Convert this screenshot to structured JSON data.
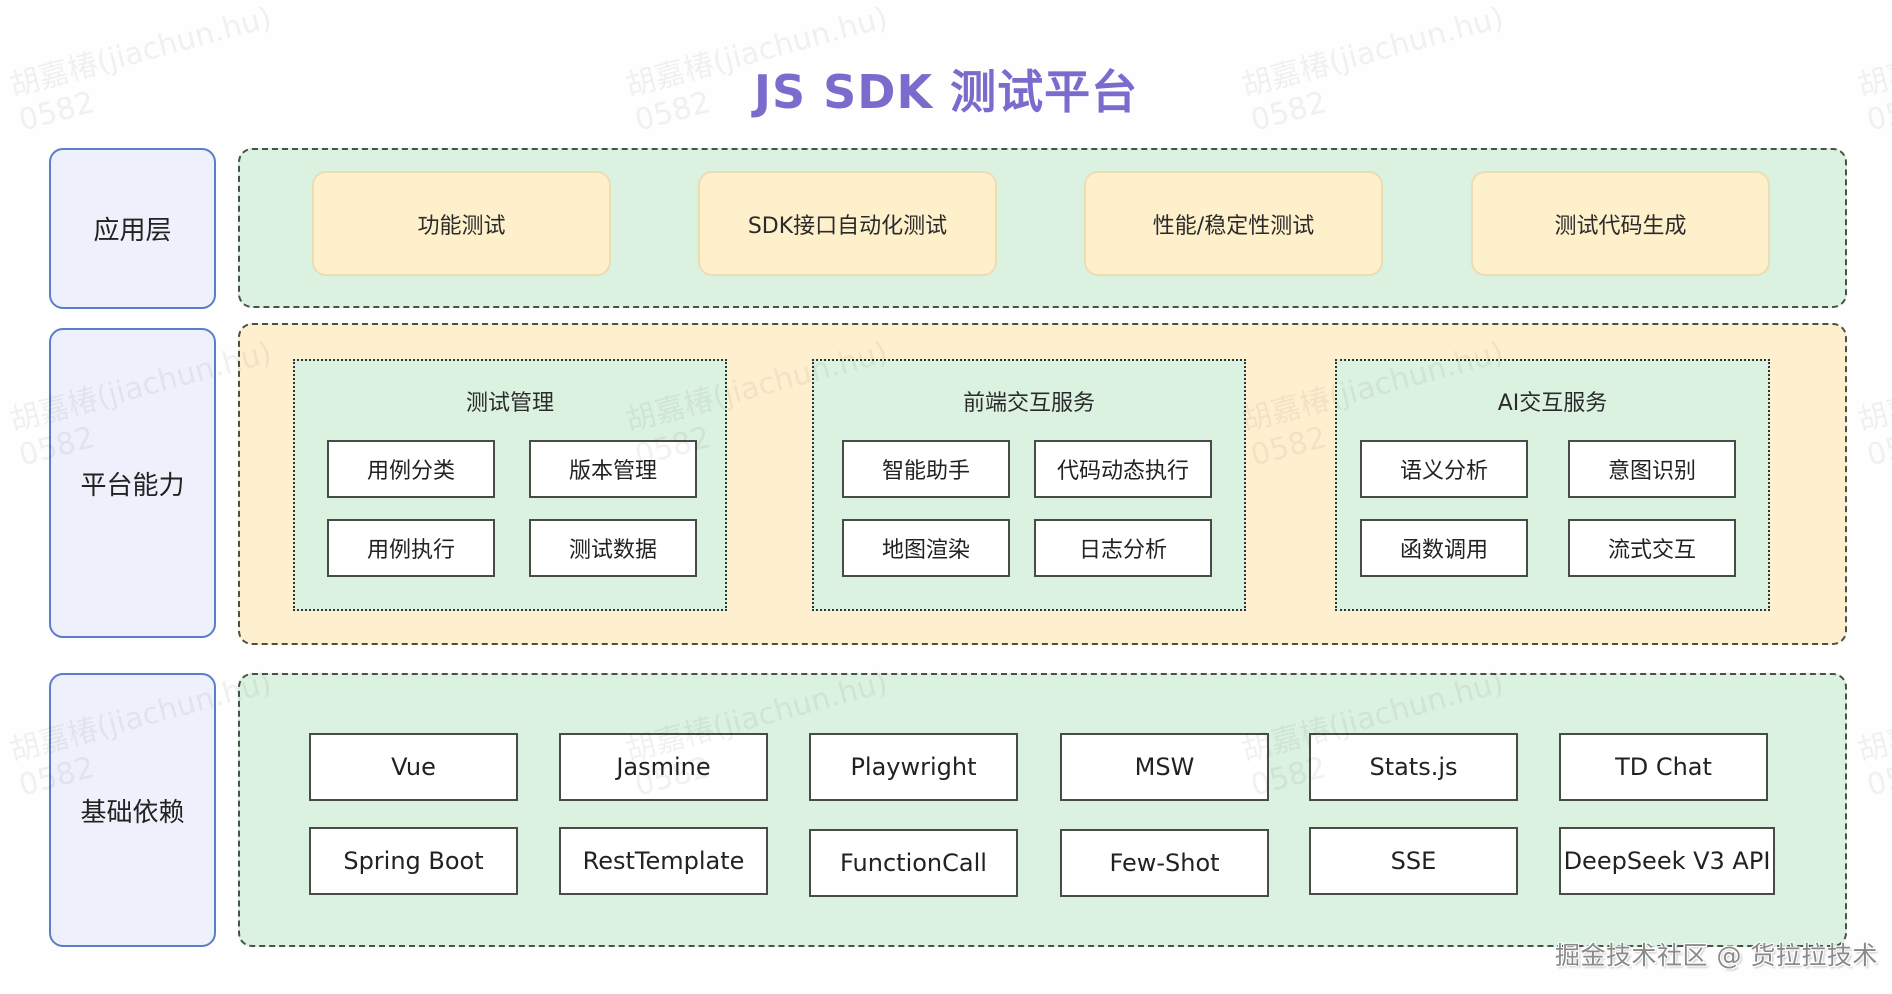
{
  "title": "JS SDK 测试平台",
  "colors": {
    "title": "#7b6bcc",
    "label_fill": "#eef1fb",
    "label_border": "#5b7ec8",
    "green_panel": "#dbf2e0",
    "orange_panel": "#fef0cf",
    "app_card": "#fff0cc"
  },
  "layers": {
    "application": {
      "label": "应用层",
      "items": [
        "功能测试",
        "SDK接口自动化测试",
        "性能/稳定性测试",
        "测试代码生成"
      ]
    },
    "platform": {
      "label": "平台能力",
      "groups": [
        {
          "title": "测试管理",
          "items": [
            "用例分类",
            "版本管理",
            "用例执行",
            "测试数据"
          ]
        },
        {
          "title": "前端交互服务",
          "items": [
            "智能助手",
            "代码动态执行",
            "地图渲染",
            "日志分析"
          ]
        },
        {
          "title": "AI交互服务",
          "items": [
            "语义分析",
            "意图识别",
            "函数调用",
            "流式交互"
          ]
        }
      ]
    },
    "foundation": {
      "label": "基础依赖",
      "row1": [
        "Vue",
        "Jasmine",
        "Playwright",
        "MSW",
        "Stats.js",
        "TD Chat"
      ],
      "row2": [
        "Spring Boot",
        "RestTemplate",
        "FunctionCall",
        "Few-Shot",
        "SSE",
        "DeepSeek V3 API"
      ]
    }
  },
  "watermark": {
    "line1": "胡嘉椿(jiachun.hu)",
    "line2": "0582"
  },
  "footer": "掘金技术社区 @ 货拉拉技术"
}
